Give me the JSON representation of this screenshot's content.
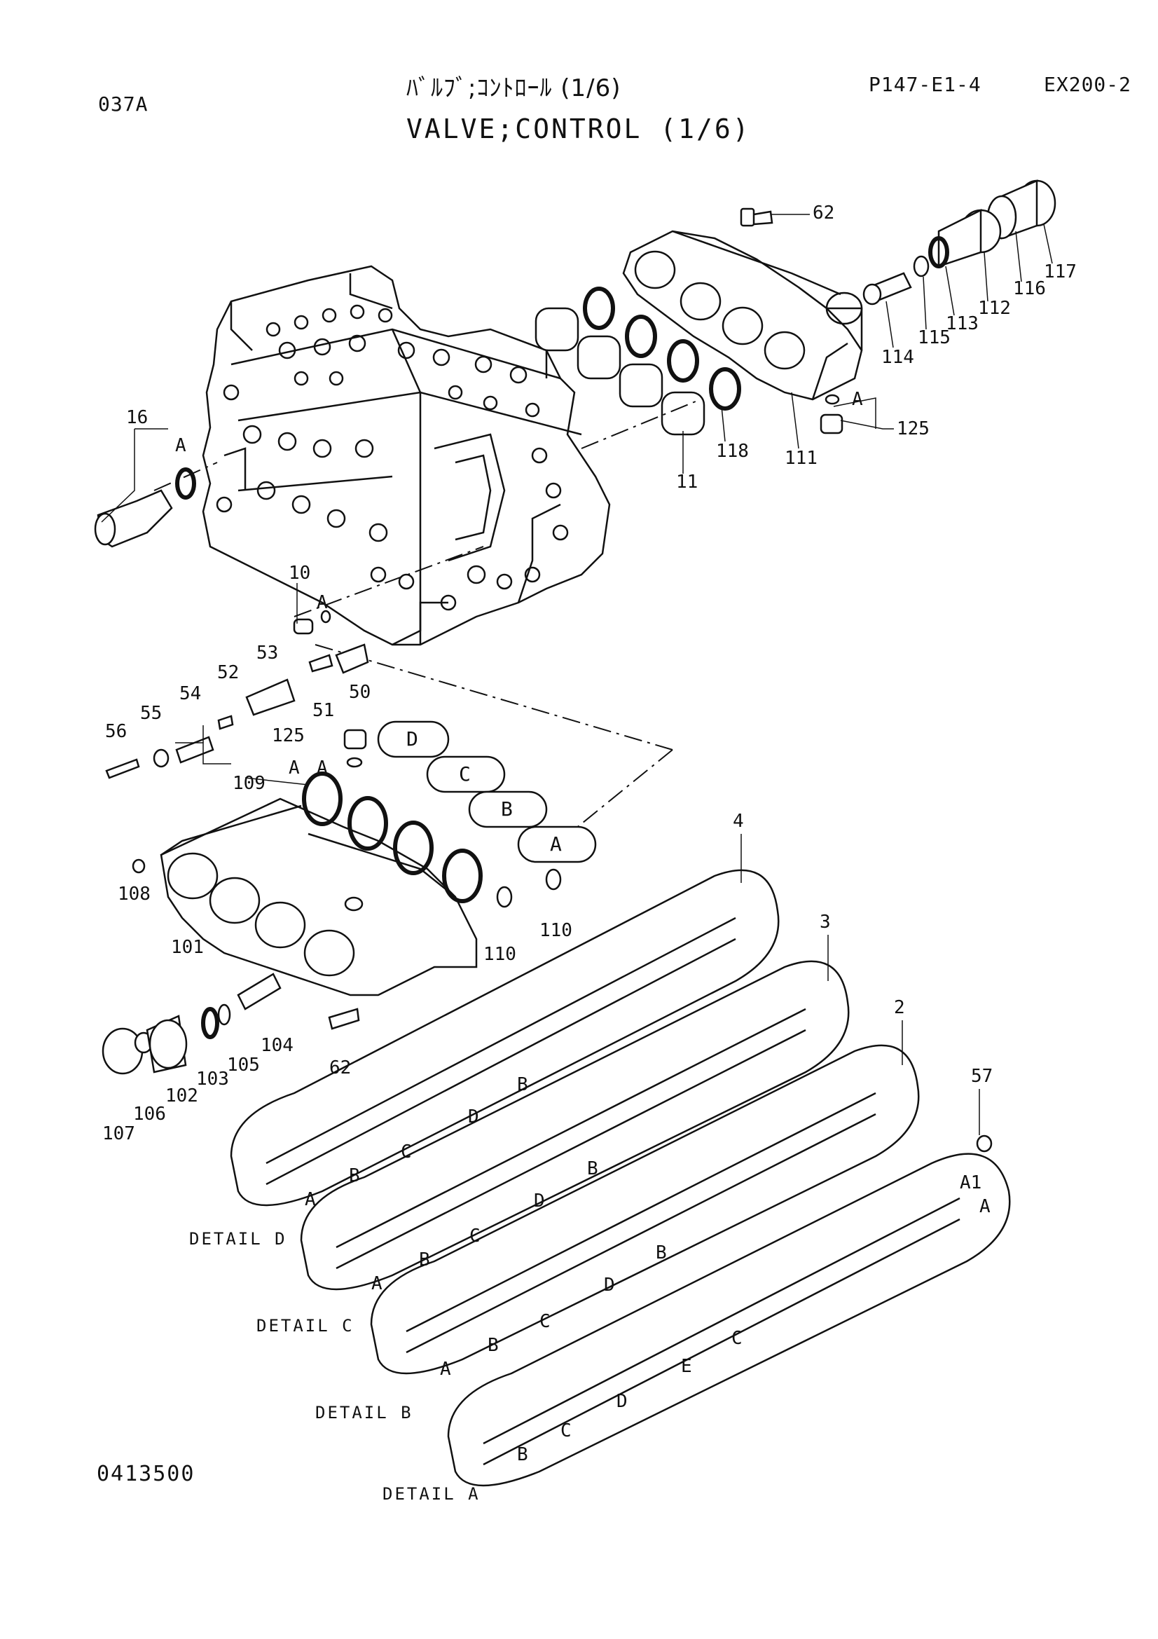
{
  "header": {
    "sheet_code": "037A",
    "title_jp": "ﾊﾞﾙﾌﾞ;ｺﾝﾄﾛｰﾙ (1/6)",
    "title_en": "VALVE;CONTROL (1/6)",
    "page_ref": "P147-E1-4",
    "model": "EX200-2"
  },
  "footer": {
    "drawing_number": "0413500"
  },
  "part_callouts": [
    "62",
    "117",
    "116",
    "112",
    "113",
    "115",
    "114",
    "125",
    "111",
    "118",
    "11",
    "16",
    "10",
    "53",
    "52",
    "54",
    "55",
    "56",
    "51",
    "50",
    "125",
    "109",
    "108",
    "101",
    "110",
    "110",
    "104",
    "105",
    "103",
    "102",
    "106",
    "107",
    "62",
    "4",
    "3",
    "2",
    "57"
  ],
  "balloon_labels": [
    "D",
    "C",
    "B",
    "A"
  ],
  "detail_views": [
    {
      "title": "DETAIL D",
      "letters": [
        "A",
        "B",
        "C",
        "D",
        "B"
      ]
    },
    {
      "title": "DETAIL C",
      "letters": [
        "A",
        "B",
        "C",
        "D",
        "B"
      ]
    },
    {
      "title": "DETAIL B",
      "letters": [
        "A",
        "B",
        "C",
        "D",
        "B"
      ]
    },
    {
      "title": "DETAIL A",
      "letters": [
        "B",
        "C",
        "D",
        "E",
        "C",
        "A1",
        "A"
      ]
    }
  ],
  "cross_ref_letters": [
    "A",
    "A",
    "A",
    "A",
    "A"
  ]
}
